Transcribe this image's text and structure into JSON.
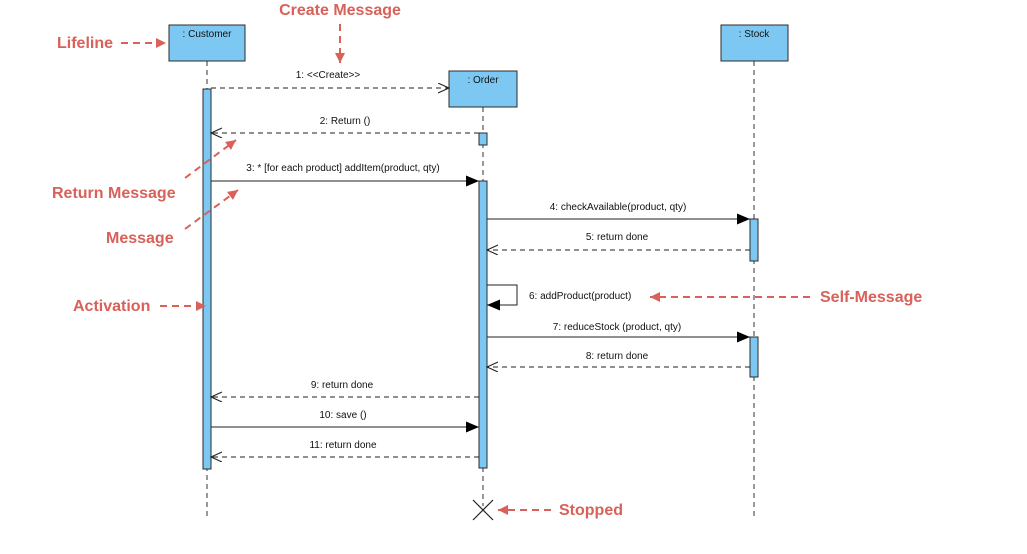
{
  "colors": {
    "lifeline_fill": "#7dc8f2",
    "lifeline_stroke": "#2b2b2b",
    "annotation": "#d9615a",
    "message_line": "#222222"
  },
  "lifelines": {
    "customer": ": Customer",
    "order": ": Order",
    "stock": ": Stock"
  },
  "messages": [
    {
      "label": "1: <<Create>>",
      "from": "customer",
      "to": "order",
      "kind": "create"
    },
    {
      "label": "2: Return ()",
      "from": "order",
      "to": "customer",
      "kind": "return"
    },
    {
      "label": "3: * [for each product] addItem(product, qty)",
      "from": "customer",
      "to": "order",
      "kind": "sync"
    },
    {
      "label": "4: checkAvailable(product, qty)",
      "from": "order",
      "to": "stock",
      "kind": "sync"
    },
    {
      "label": "5: return done",
      "from": "stock",
      "to": "order",
      "kind": "return"
    },
    {
      "label": "6: addProduct(product)",
      "from": "order",
      "to": "order",
      "kind": "self"
    },
    {
      "label": "7: reduceStock (product, qty)",
      "from": "order",
      "to": "stock",
      "kind": "sync"
    },
    {
      "label": "8: return done",
      "from": "stock",
      "to": "order",
      "kind": "return"
    },
    {
      "label": "9: return done",
      "from": "order",
      "to": "customer",
      "kind": "return"
    },
    {
      "label": "10: save ()",
      "from": "customer",
      "to": "order",
      "kind": "sync"
    },
    {
      "label": "11: return done",
      "from": "order",
      "to": "customer",
      "kind": "return"
    }
  ],
  "annotations": {
    "lifeline": "Lifeline",
    "create_message": "Create Message",
    "return_message": "Return Message",
    "message": "Message",
    "activation": "Activation",
    "self_message": "Self-Message",
    "stopped": "Stopped"
  }
}
